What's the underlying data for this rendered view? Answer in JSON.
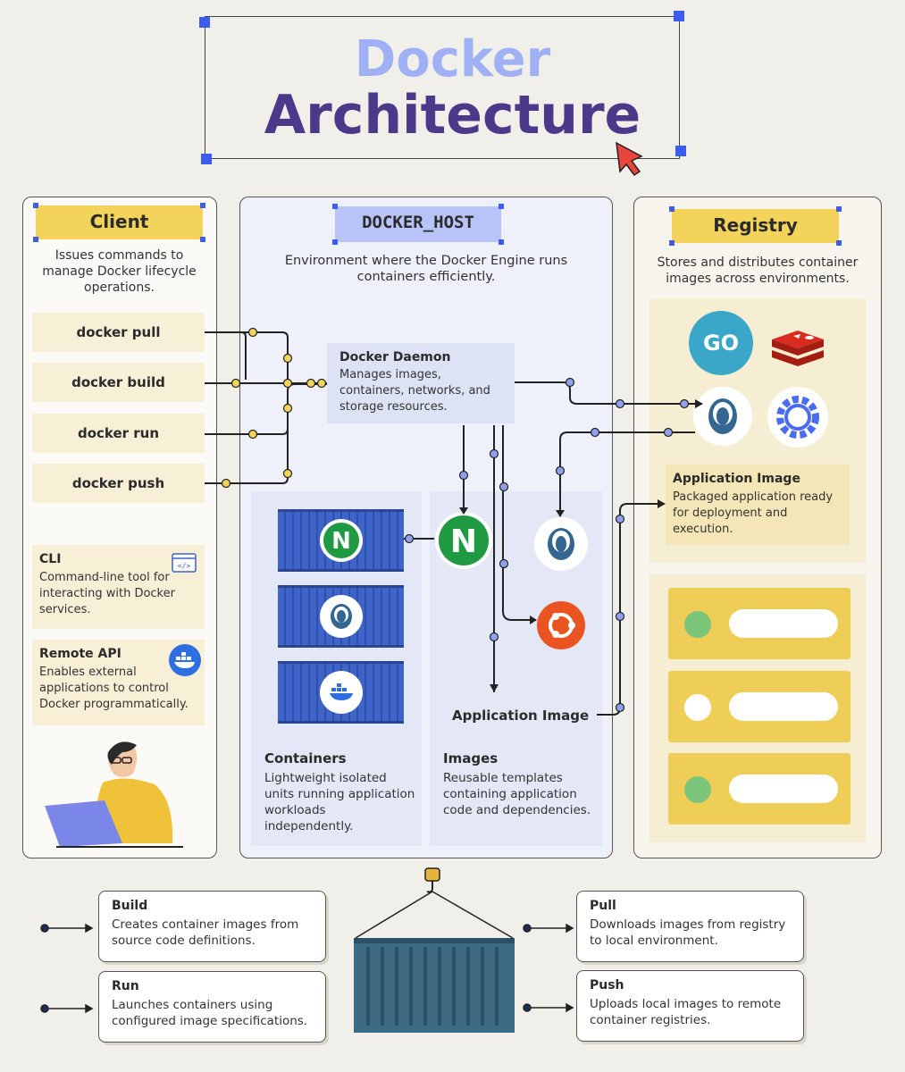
{
  "title": {
    "line1": "Docker",
    "line2": "Architecture"
  },
  "client": {
    "label": "Client",
    "description": "Issues commands to manage Docker lifecycle operations.",
    "commands": [
      "docker pull",
      "docker build",
      "docker run",
      "docker push"
    ],
    "cli": {
      "title": "CLI",
      "text": "Command-line tool for interacting with Docker services."
    },
    "remote_api": {
      "title": "Remote API",
      "text": "Enables external applications to control Docker programmatically."
    }
  },
  "docker_host": {
    "label": "DOCKER_HOST",
    "description": "Environment where the Docker Engine runs containers efficiently.",
    "daemon": {
      "title": "Docker Daemon",
      "text": "Manages images, containers, networks, and storage resources."
    },
    "containers": {
      "title": "Containers",
      "text": "Lightweight isolated units running application workloads independently."
    },
    "images": {
      "title": "Images",
      "text": "Reusable templates containing application code and dependencies."
    },
    "application_image_label": "Application Image"
  },
  "registry": {
    "label": "Registry",
    "description": "Stores and distributes container images across environments.",
    "app_image": {
      "title": "Application Image",
      "text": "Packaged application ready for deployment and execution."
    },
    "go_icon_text": "GO"
  },
  "bottom": {
    "build": {
      "title": "Build",
      "text": "Creates container images from source code definitions."
    },
    "run": {
      "title": "Run",
      "text": "Launches containers using configured image specifications."
    },
    "pull": {
      "title": "Pull",
      "text": "Downloads images from registry to local environment."
    },
    "push": {
      "title": "Push",
      "text": "Uploads local images to remote container registries."
    }
  },
  "colors": {
    "accent_yellow": "#f3d35a",
    "accent_blue": "#b8c3f7",
    "container_blue": "#3e63c9",
    "title_dark": "#4b3a8a",
    "title_light": "#9fb0f5"
  }
}
